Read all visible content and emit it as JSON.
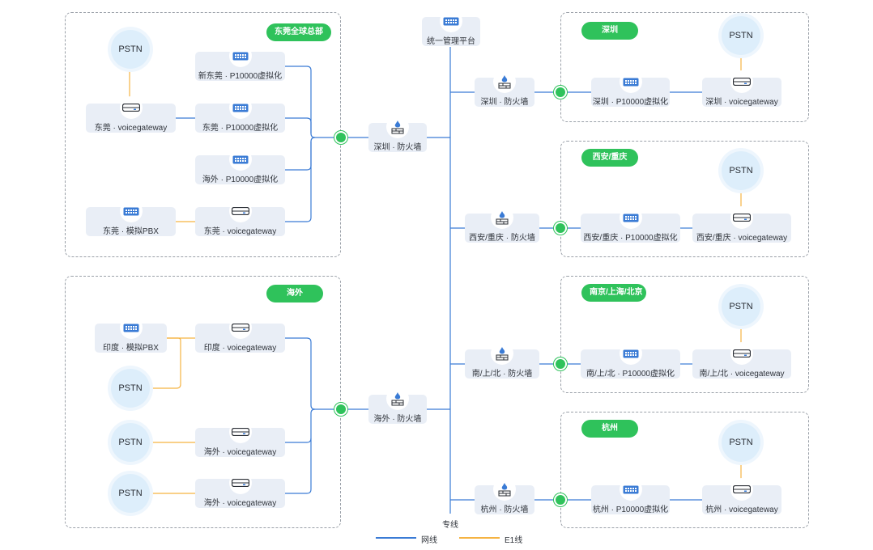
{
  "colors": {
    "network": "#3a7bd5",
    "e1": "#f5b342",
    "accent": "#2fc25b",
    "node_bg": "#e9eef6",
    "pstn_bg": "#ddeefb"
  },
  "platform": {
    "label": "统一管理平台",
    "icon": "rack-icon"
  },
  "trunk": {
    "label": "专线"
  },
  "legend": {
    "network": "网线",
    "e1": "E1线"
  },
  "pstn_label": "PSTN",
  "regions": {
    "dongguan": {
      "tag": "东莞全球总部",
      "nodes": {
        "xin_p10000": "新东莞 · P10000虚拟化",
        "p10000": "东莞 · P10000虚拟化",
        "overseas_p10000": "海外 · P10000虚拟化",
        "gateway": "东莞 · voicegateway",
        "pbx_gateway": "东莞 · voicegateway",
        "pbx": "东莞 · 模拟PBX",
        "firewall": "深圳 · 防火墙"
      }
    },
    "overseas": {
      "tag": "海外",
      "nodes": {
        "india_pbx": "印度 · 模拟PBX",
        "india_gateway": "印度 · voicegateway",
        "gateway_1": "海外 · voicegateway",
        "gateway_2": "海外 · voicegateway",
        "firewall": "海外 · 防火墙"
      }
    },
    "shenzhen": {
      "tag": "深圳",
      "firewall": "深圳 · 防火墙",
      "p10000": "深圳 · P10000虚拟化",
      "gateway": "深圳 · voicegateway"
    },
    "xian": {
      "tag": "西安/重庆",
      "firewall": "西安/重庆 · 防火墙",
      "p10000": "西安/重庆 · P10000虚拟化",
      "gateway": "西安/重庆 · voicegateway"
    },
    "nanjing": {
      "tag": "南京/上海/北京",
      "firewall": "南/上/北 · 防火墙",
      "p10000": "南/上/北 · P10000虚拟化",
      "gateway": "南/上/北 · voicegateway"
    },
    "hangzhou": {
      "tag": "杭州",
      "firewall": "杭州 · 防火墙",
      "p10000": "杭州 · P10000虚拟化",
      "gateway": "杭州 · voicegateway"
    }
  }
}
